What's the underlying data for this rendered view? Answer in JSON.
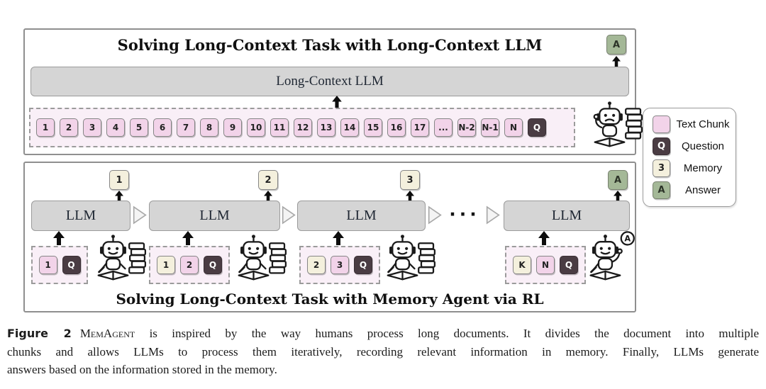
{
  "top_panel": {
    "title": "Solving Long-Context Task with Long-Context LLM",
    "llm_label": "Long-Context LLM",
    "answer_label": "A",
    "chunks": [
      {
        "label": "1",
        "type": "chunk"
      },
      {
        "label": "2",
        "type": "chunk"
      },
      {
        "label": "3",
        "type": "chunk"
      },
      {
        "label": "4",
        "type": "chunk"
      },
      {
        "label": "5",
        "type": "chunk"
      },
      {
        "label": "6",
        "type": "chunk"
      },
      {
        "label": "7",
        "type": "chunk"
      },
      {
        "label": "8",
        "type": "chunk"
      },
      {
        "label": "9",
        "type": "chunk"
      },
      {
        "label": "10",
        "type": "chunk"
      },
      {
        "label": "11",
        "type": "chunk"
      },
      {
        "label": "12",
        "type": "chunk"
      },
      {
        "label": "13",
        "type": "chunk"
      },
      {
        "label": "14",
        "type": "chunk"
      },
      {
        "label": "15",
        "type": "chunk"
      },
      {
        "label": "16",
        "type": "chunk"
      },
      {
        "label": "17",
        "type": "chunk"
      },
      {
        "label": "...",
        "type": "chunk"
      },
      {
        "label": "N-2",
        "type": "chunk"
      },
      {
        "label": "N-1",
        "type": "chunk"
      },
      {
        "label": "N",
        "type": "chunk"
      },
      {
        "label": "Q",
        "type": "question"
      }
    ]
  },
  "bottom_panel": {
    "title": "Solving Long-Context Task with Memory Agent via RL",
    "separator_dots": "···",
    "units": [
      {
        "llm_label": "LLM",
        "output": "1",
        "inputs": [
          {
            "label": "1",
            "type": "chunk"
          },
          {
            "label": "Q",
            "type": "question"
          }
        ]
      },
      {
        "llm_label": "LLM",
        "output": "2",
        "inputs": [
          {
            "label": "1",
            "type": "memory"
          },
          {
            "label": "2",
            "type": "chunk"
          },
          {
            "label": "Q",
            "type": "question"
          }
        ]
      },
      {
        "llm_label": "LLM",
        "output": "3",
        "inputs": [
          {
            "label": "2",
            "type": "memory"
          },
          {
            "label": "3",
            "type": "chunk"
          },
          {
            "label": "Q",
            "type": "question"
          }
        ]
      },
      {
        "llm_label": "LLM",
        "output": "A",
        "speech_bubble": "A",
        "inputs": [
          {
            "label": "K",
            "type": "memory"
          },
          {
            "label": "N",
            "type": "chunk"
          },
          {
            "label": "Q",
            "type": "question"
          }
        ]
      }
    ]
  },
  "legend": {
    "items": [
      {
        "swatch": "",
        "type": "chunk",
        "label": "Text Chunk"
      },
      {
        "swatch": "Q",
        "type": "question",
        "label": "Question"
      },
      {
        "swatch": "3",
        "type": "memory",
        "label": "Memory"
      },
      {
        "swatch": "A",
        "type": "answer",
        "label": "Answer"
      }
    ]
  },
  "caption": {
    "figure_label": "Figure 2",
    "brand": "MemAgent",
    "line1_rest": "is inspired by the way humans process long documents. It divides the document into multiple",
    "line2": "chunks and allows LLMs to process them iteratively, recording relevant information in memory. Finally, LLMs generate",
    "line3": "answers based on the information stored in the memory."
  },
  "colors": {
    "text_chunk": "#f2d3e9",
    "question": "#4a3c43",
    "memory": "#f4f0dd",
    "answer": "#a4b897",
    "llm_bar": "#d5d5d5"
  }
}
